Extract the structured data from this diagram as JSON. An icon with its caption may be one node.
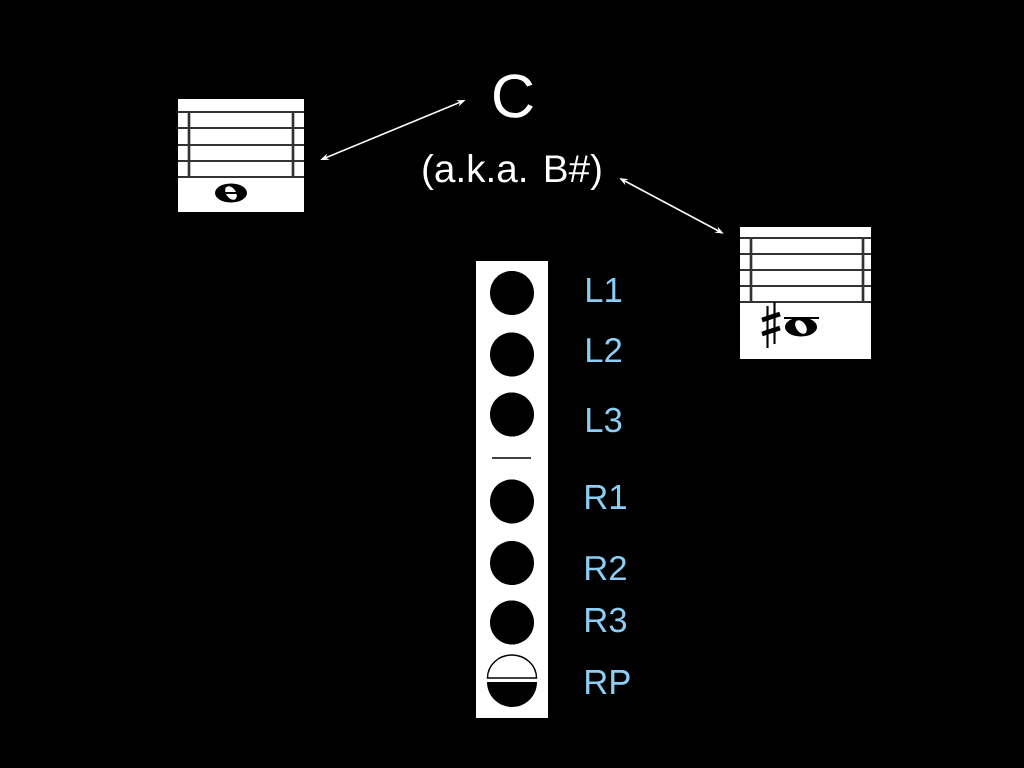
{
  "diagram": {
    "nodes": [
      {
        "text": [
          "C"
        ]
      },
      {
        "text": [
          "(a.k.a. B#)"
        ]
      },
      {
        "text": [],
        "shape": "picture"
      },
      {
        "text": [],
        "shape": "picture"
      }
    ],
    "edges": [
      {
        "from": 2,
        "to": 0,
        "arrow": "both"
      },
      {
        "from": 1,
        "to": 3,
        "arrow": "both"
      }
    ],
    "labels": [
      "L1",
      "L2",
      "L3",
      "R1",
      "R2",
      "R3",
      "RP"
    ]
  }
}
